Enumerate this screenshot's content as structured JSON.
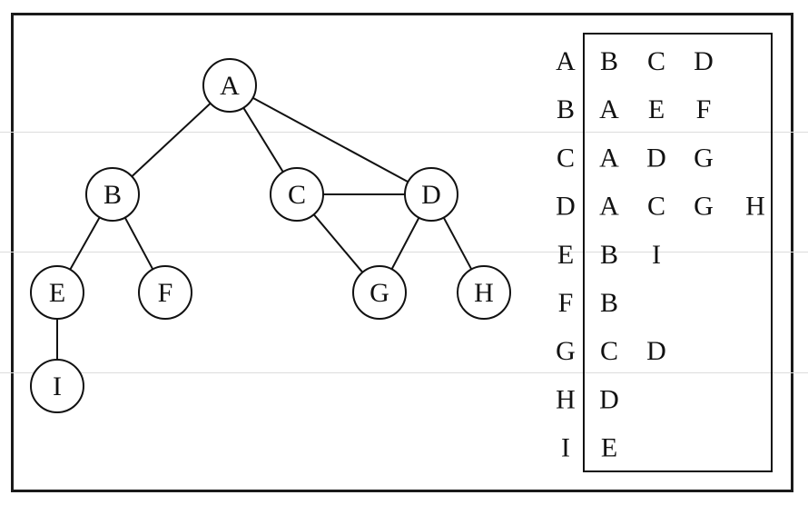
{
  "graph": {
    "nodes": [
      {
        "id": "A",
        "label": "A"
      },
      {
        "id": "B",
        "label": "B"
      },
      {
        "id": "C",
        "label": "C"
      },
      {
        "id": "D",
        "label": "D"
      },
      {
        "id": "E",
        "label": "E"
      },
      {
        "id": "F",
        "label": "F"
      },
      {
        "id": "G",
        "label": "G"
      },
      {
        "id": "H",
        "label": "H"
      },
      {
        "id": "I",
        "label": "I"
      }
    ],
    "edges": [
      [
        "A",
        "B"
      ],
      [
        "A",
        "C"
      ],
      [
        "A",
        "D"
      ],
      [
        "B",
        "E"
      ],
      [
        "B",
        "F"
      ],
      [
        "C",
        "D"
      ],
      [
        "C",
        "G"
      ],
      [
        "D",
        "G"
      ],
      [
        "D",
        "H"
      ],
      [
        "E",
        "I"
      ]
    ]
  },
  "adjacency": [
    {
      "vertex": "A",
      "neighbors": [
        "B",
        "C",
        "D"
      ]
    },
    {
      "vertex": "B",
      "neighbors": [
        "A",
        "E",
        "F"
      ]
    },
    {
      "vertex": "C",
      "neighbors": [
        "A",
        "D",
        "G"
      ]
    },
    {
      "vertex": "D",
      "neighbors": [
        "A",
        "C",
        "G",
        "H"
      ]
    },
    {
      "vertex": "E",
      "neighbors": [
        "B",
        "I"
      ]
    },
    {
      "vertex": "F",
      "neighbors": [
        "B"
      ]
    },
    {
      "vertex": "G",
      "neighbors": [
        "C",
        "D"
      ]
    },
    {
      "vertex": "H",
      "neighbors": [
        "D"
      ]
    },
    {
      "vertex": "I",
      "neighbors": [
        "E"
      ]
    }
  ],
  "colors": {
    "ink": "#111111",
    "node_fill": "#ffffff",
    "scan_line": "#dcdcdc"
  }
}
